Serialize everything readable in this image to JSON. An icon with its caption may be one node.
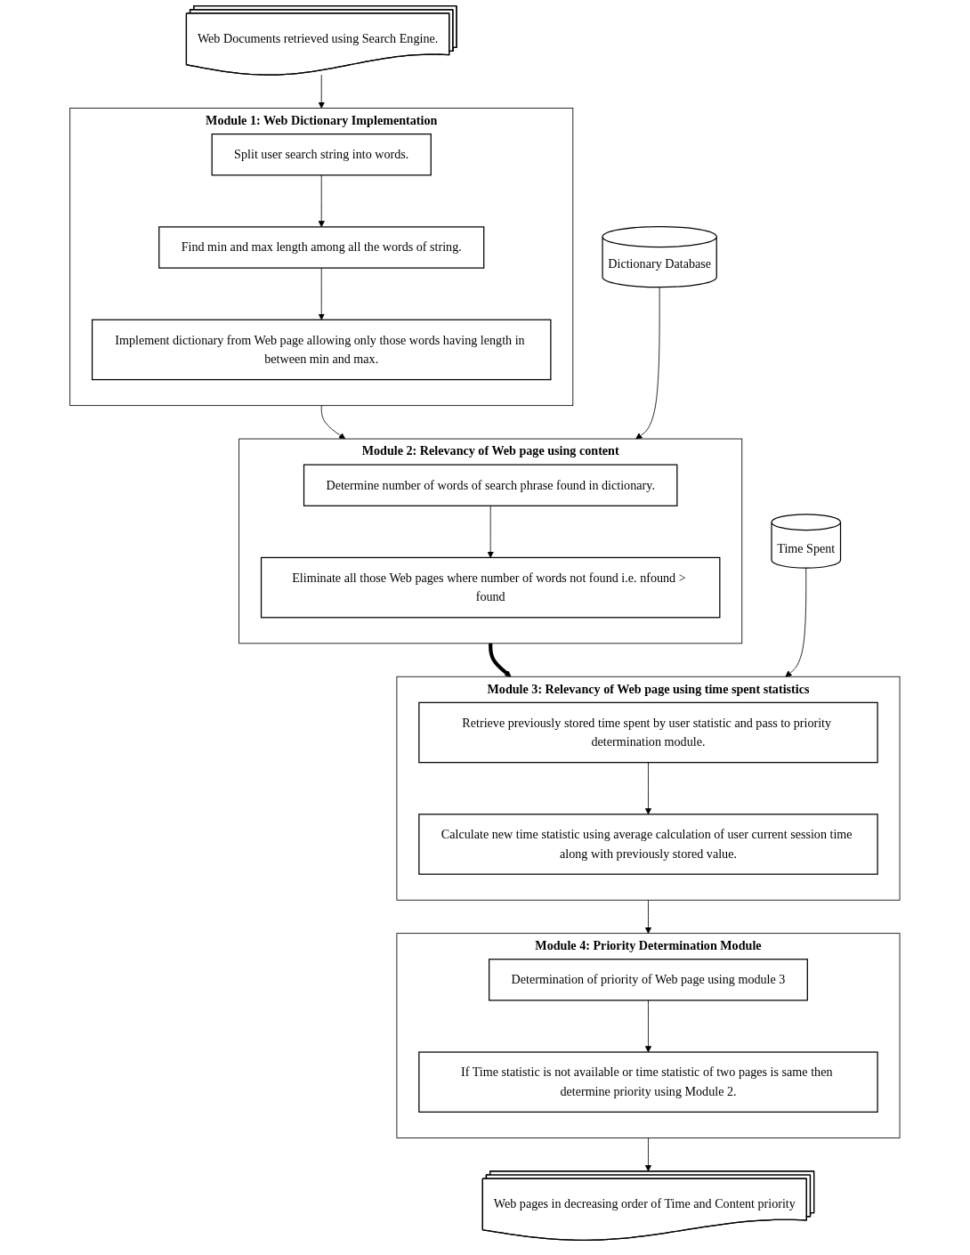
{
  "diagram": {
    "nodes": [
      {
        "text": [
          "Web Documents retrieved using Search Engine."
        ]
      },
      {
        "text": [
          "Module 1: Web Dictionary Implementation"
        ]
      },
      {
        "text": [
          "Split user search string into words."
        ],
        "in": 1
      },
      {
        "text": [
          "Find min and max length among all the words of string."
        ],
        "in": 1
      },
      {
        "text": [
          "Implement dictionary from Web page allowing only those words having length in between min and max."
        ],
        "in": 1
      },
      {
        "text": [
          "Dictionary Database"
        ]
      },
      {
        "text": [
          "Module 2: Relevancy of Web page using content"
        ]
      },
      {
        "text": [
          "Determine number of words of search phrase found in dictionary."
        ],
        "in": 6
      },
      {
        "text": [
          "Eliminate all those Web pages where number of words not found i.e. nfound > found"
        ],
        "in": 6
      },
      {
        "text": [
          "Time Spent"
        ]
      },
      {
        "text": [
          "Module 3: Relevancy of Web page using time spent statistics"
        ]
      },
      {
        "text": [
          "Retrieve previously stored time spent by user statistic and pass to priority determination module."
        ],
        "in": 10
      },
      {
        "text": [
          "Calculate new time statistic using average calculation of user current session time along with previously stored value."
        ],
        "in": 10
      },
      {
        "text": [
          "Web pages in decreasing order of Time and Content priority"
        ]
      },
      {
        "text": [
          "Module 4: Priority Determination Module"
        ]
      },
      {
        "text": [
          "Determination of priority of Web page using module 3"
        ],
        "in": 14
      },
      {
        "text": [
          "If Time statistic is not available or time statistic of two pages is same then determine priority using Module 2."
        ],
        "in": 14
      }
    ],
    "edges": [
      {
        "from": 0,
        "to": 1,
        "arrow": "to"
      },
      {
        "from": 2,
        "to": 3,
        "arrow": "to"
      },
      {
        "from": 3,
        "to": 4,
        "arrow": "to"
      },
      {
        "from": 1,
        "to": 6,
        "arrow": "to"
      },
      {
        "from": 5,
        "to": 6,
        "arrow": "to"
      },
      {
        "from": 7,
        "to": 8,
        "arrow": "to"
      },
      {
        "from": 6,
        "to": 10,
        "arrow": "to",
        "style": "thick"
      },
      {
        "from": 9,
        "to": 10,
        "arrow": "to"
      },
      {
        "from": 11,
        "to": 12,
        "arrow": "to"
      },
      {
        "from": 10,
        "to": 14,
        "arrow": "to"
      },
      {
        "from": 15,
        "to": 16,
        "arrow": "to"
      },
      {
        "from": 14,
        "to": 13,
        "arrow": "to"
      }
    ]
  }
}
